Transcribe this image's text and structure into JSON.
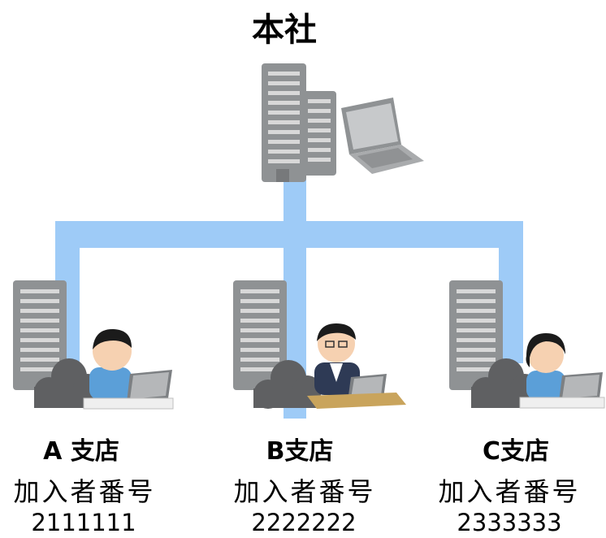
{
  "headquarters": {
    "title": "本社"
  },
  "branches": [
    {
      "name": "A 支店",
      "label": "加入者番号",
      "number": "2111111"
    },
    {
      "name": "B支店",
      "label": "加入者番号",
      "number": "2222222"
    },
    {
      "name": "C支店",
      "label": "加入者番号",
      "number": "2333333"
    }
  ],
  "colors": {
    "network_line": "#9ecbf7",
    "building": "#8f9294",
    "building_dark": "#77797b",
    "window": "#d8d8d8",
    "cloud": "#5f6062",
    "laptop": "#a9abad",
    "uniform": "#5b9fd8",
    "suit": "#2e3a55",
    "desk_wood": "#c9a45c"
  },
  "icons": [
    "office-building-icon",
    "laptop-icon",
    "worker-icon",
    "cloud-icon"
  ]
}
